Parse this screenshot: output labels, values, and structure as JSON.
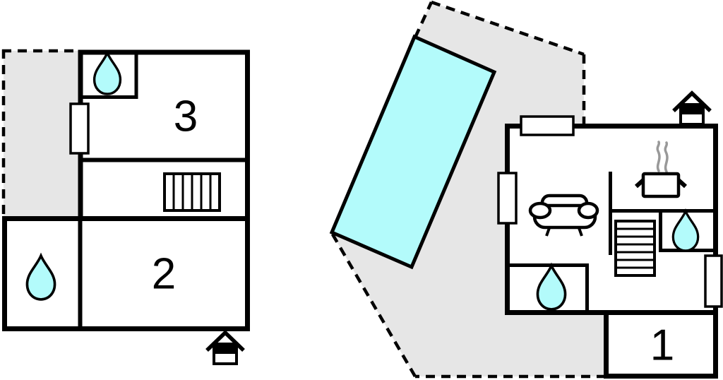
{
  "plan": {
    "left_building": {
      "rooms": [
        {
          "label": "3"
        },
        {
          "label": "2"
        }
      ],
      "icons": [
        "water-drop-icon",
        "water-drop-icon",
        "stairs-icon",
        "window",
        "entrance-house-icon"
      ]
    },
    "right_building": {
      "rooms": [
        {
          "label": "1"
        }
      ],
      "icons": [
        "pool",
        "sofa-icon",
        "cooking-pot-icon",
        "stairs-icon",
        "water-drop-icon",
        "water-drop-icon",
        "window",
        "window",
        "window",
        "entrance-house-icon"
      ]
    }
  },
  "colors": {
    "wall": "#000000",
    "water": "#b3fbfb",
    "terrace": "#e6e6e6",
    "steam": "#999999",
    "paper": "#ffffff"
  }
}
